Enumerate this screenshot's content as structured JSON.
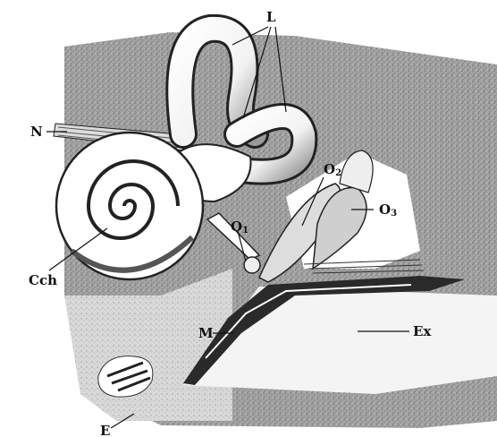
{
  "labels": {
    "L": "L",
    "N": "N",
    "Cch": "Cch",
    "O1": "O",
    "O1_sub": "1",
    "O2": "O",
    "O2_sub": "2",
    "O3": "O",
    "O3_sub": "3",
    "M": "M",
    "Ex": "Ex",
    "E": "E"
  },
  "colors": {
    "bone": "#9c9c9c",
    "bone_dark": "#6e6e6e",
    "organ_white": "#ffffff",
    "ink": "#111111",
    "canal": "#e8e8e8"
  }
}
